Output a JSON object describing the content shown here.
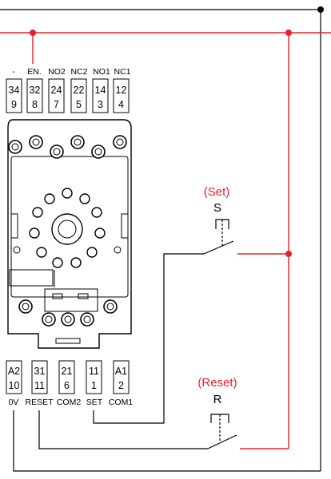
{
  "top_terminals": {
    "labels": [
      "-",
      "EN.",
      "NO2",
      "NC2",
      "NO1",
      "NC1"
    ],
    "top_numbers": [
      "34",
      "32",
      "24",
      "22",
      "14",
      "12"
    ],
    "bottom_numbers": [
      "9",
      "8",
      "7",
      "5",
      "3",
      "4"
    ]
  },
  "bottom_terminals": {
    "top_numbers": [
      "A2",
      "31",
      "21",
      "11",
      "A1"
    ],
    "bottom_numbers": [
      "10",
      "11",
      "6",
      "1",
      "2"
    ],
    "labels": [
      "0V",
      "RESET",
      "COM2",
      "SET",
      "COM1"
    ]
  },
  "set_switch": {
    "caption": "(Set)",
    "letter": "S"
  },
  "reset_switch": {
    "caption": "(Reset)",
    "letter": "R"
  },
  "colors": {
    "wire_black": "#000000",
    "wire_red": "#e8202a",
    "relay_body": "#ffffff",
    "outline": "#000000"
  }
}
